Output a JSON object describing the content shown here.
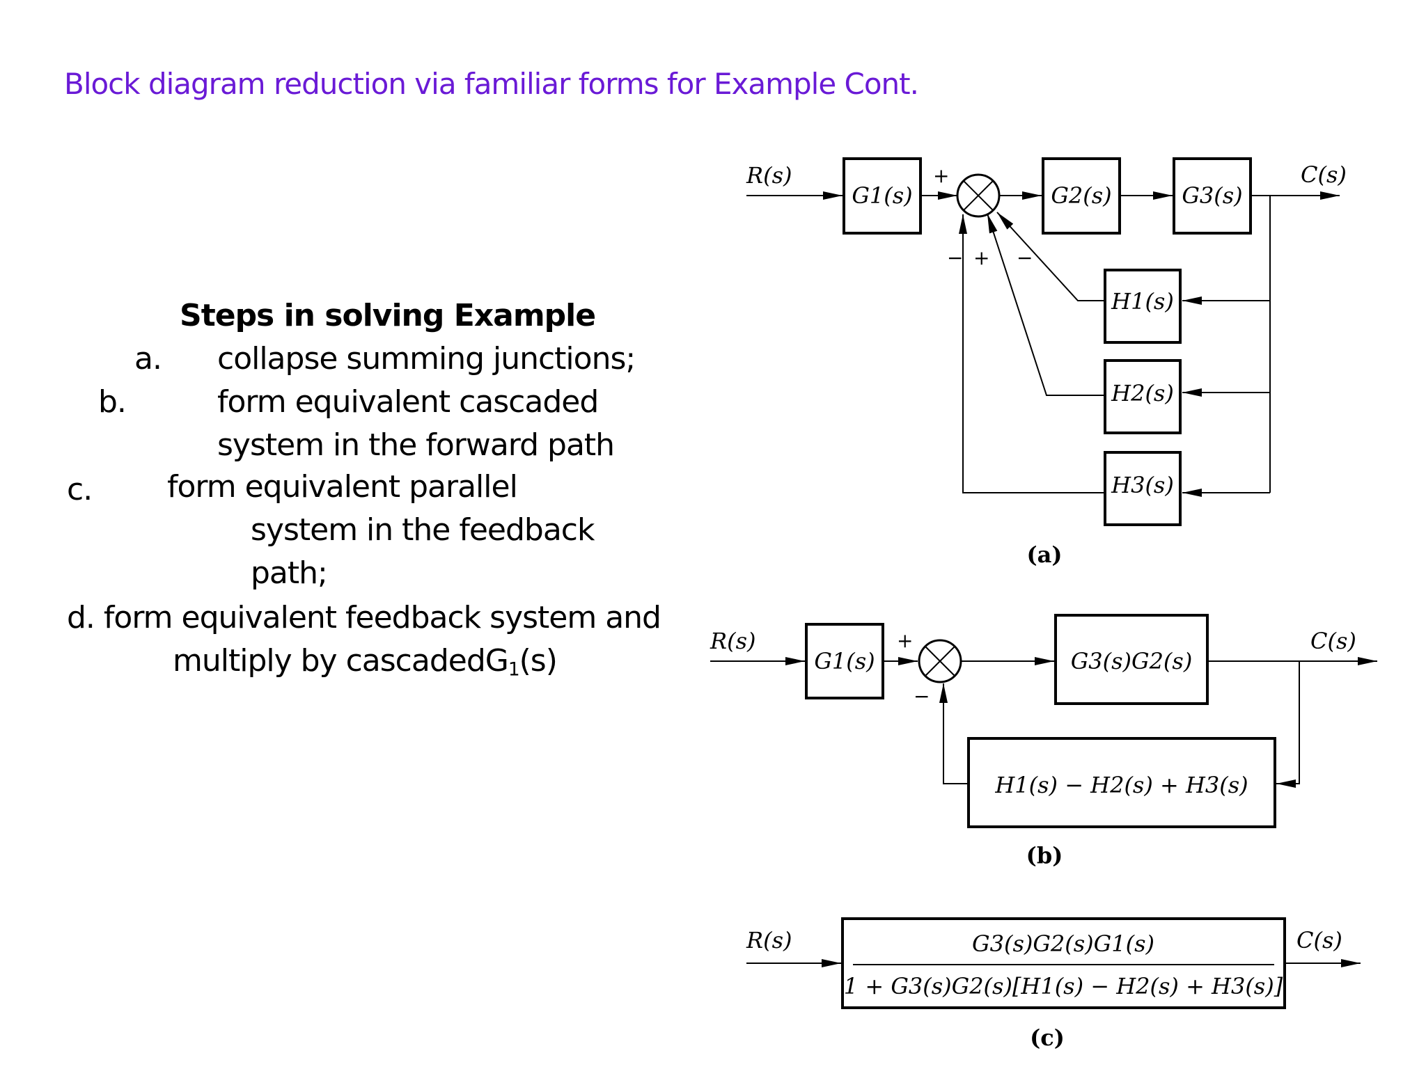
{
  "title": "Block diagram reduction via familiar forms for Example Cont.",
  "steps": {
    "heading": "Steps in solving Example",
    "items": [
      {
        "marker": "a.",
        "lines": [
          "collapse summing junctions;"
        ]
      },
      {
        "marker": "b.",
        "lines": [
          "form equivalent cascaded",
          "system in the forward path"
        ]
      },
      {
        "marker": "c.",
        "lines": [
          "form equivalent parallel",
          "system in the feedback",
          "path;"
        ]
      },
      {
        "marker": "d.",
        "text": "form equivalent feedback system and",
        "line2_pre": "multiply by cascadedG",
        "line2_sub": "1",
        "line2_post": "(s)"
      }
    ]
  },
  "diagram_a": {
    "caption": "(a)",
    "input": "R(s)",
    "output": "C(s)",
    "g1": "G1(s)",
    "g2": "G2(s)",
    "g3": "G3(s)",
    "h1": "H1(s)",
    "h2": "H2(s)",
    "h3": "H3(s)",
    "sign_top": "+",
    "sign_1": "−",
    "sign_2": "+",
    "sign_3": "−"
  },
  "diagram_b": {
    "caption": "(b)",
    "input": "R(s)",
    "output": "C(s)",
    "g1": "G1(s)",
    "forward": "G3(s)G2(s)",
    "feedback": "H1(s) − H2(s) + H3(s)",
    "sign_top": "+",
    "sign_bottom": "−"
  },
  "diagram_c": {
    "caption": "(c)",
    "input": "R(s)",
    "output": "C(s)",
    "numerator": "G3(s)G2(s)G1(s)",
    "denominator": "1 + G3(s)G2(s)[H1(s) − H2(s) + H3(s)]"
  }
}
